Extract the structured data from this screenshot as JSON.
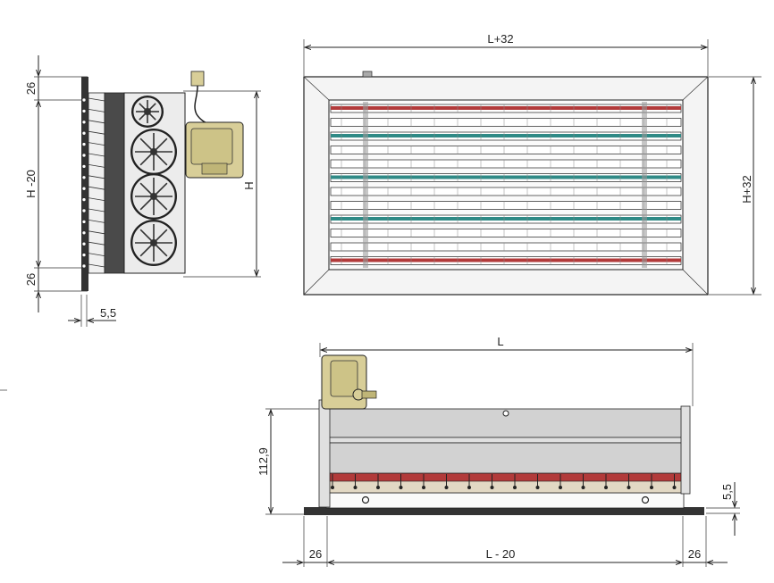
{
  "dimensions": {
    "side_top": "26",
    "side_height_minus": "H -20",
    "side_bottom": "26",
    "side_height": "H",
    "side_offset": "5,5",
    "front_width": "L+32",
    "front_height": "H+32",
    "bottom_width": "L",
    "bottom_depth": "112,9",
    "bottom_offset": "5,5",
    "bottom_left": "26",
    "bottom_inner": "L - 20",
    "bottom_right": "26"
  },
  "colors": {
    "frame": "#f2f2f2",
    "blade_red": "#b23a3a",
    "blade_teal": "#2f8a86",
    "motor": "#d8ce98",
    "gear": "#e8e8e8",
    "panel": "#d2d2d2",
    "line": "#222222"
  }
}
